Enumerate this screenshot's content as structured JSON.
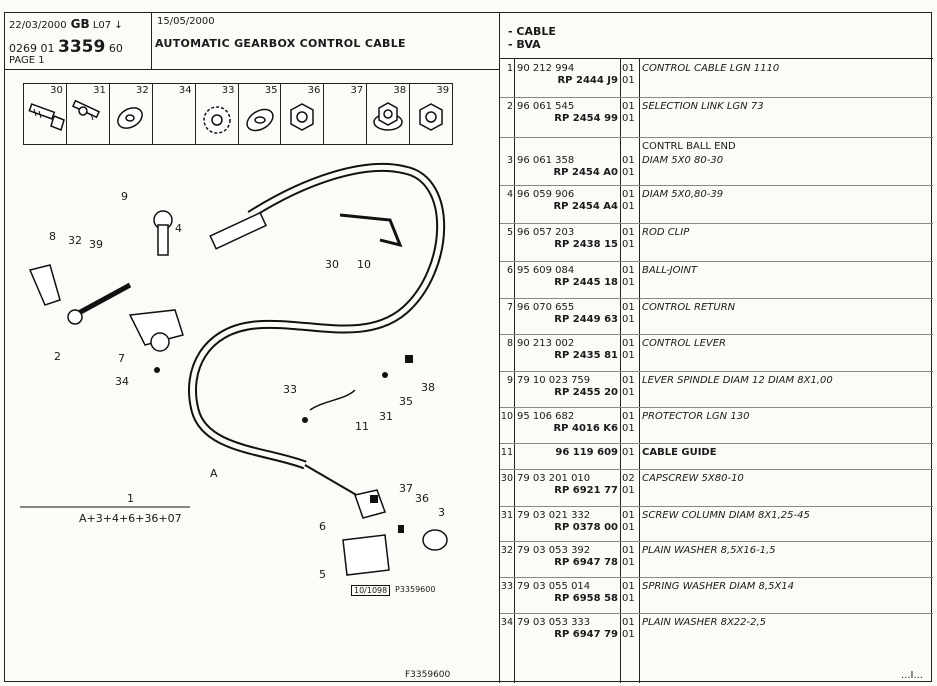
{
  "header": {
    "date1": "22/03/2000",
    "lang_code": "GB",
    "sec_code": "L07",
    "arrow": "↓",
    "ref_prefix": "0269 01",
    "ref_main": "3359",
    "ref_suffix": "60",
    "page_label": "PAGE 1",
    "date2": "15/05/2000",
    "title": "AUTOMATIC GEARBOX CONTROL CABLE"
  },
  "section": {
    "line1": "- CABLE",
    "line2": "- BVA"
  },
  "tiles": [
    "30",
    "31",
    "32",
    "34",
    "33",
    "35",
    "36",
    "37",
    "38",
    "39"
  ],
  "diagram_labels": {
    "n9": "9",
    "n4": "4",
    "n8": "8",
    "n32": "32",
    "n39": "39",
    "n2": "2",
    "n7": "7",
    "n34": "34",
    "n30": "30",
    "n10": "10",
    "n33": "33",
    "n11": "11",
    "n31": "31",
    "n35": "35",
    "n38": "38",
    "nA": "A",
    "n37": "37",
    "n36": "36",
    "n3": "3",
    "n6": "6",
    "n5": "5",
    "formula_top": "1",
    "formula_bottom": "A+3+4+6+36+07",
    "stamp_date": "10/1098",
    "stamp_ref": "P3359600",
    "footer_ref": "F3359600"
  },
  "parts": [
    {
      "i": "1",
      "code": "90 212 994",
      "rp": "RP 2444 J9",
      "q": "01",
      "q2": "01",
      "desc": "CONTROL CABLE LGN 1110"
    },
    {
      "i": "2",
      "code": "96 061 545",
      "rp": "RP 2454 99",
      "q": "01",
      "q2": "01",
      "desc": "SELECTION LINK LGN 73"
    },
    {
      "i": "3",
      "code": "96 061 358",
      "rp": "RP 2454 A0",
      "q": "01",
      "q2": "01",
      "pre": "CONTRL BALL END",
      "desc": "DIAM 5X0 80-30"
    },
    {
      "i": "4",
      "code": "96 059 906",
      "rp": "RP 2454 A4",
      "q": "01",
      "q2": "01",
      "desc": "DIAM 5X0,80-39"
    },
    {
      "i": "5",
      "code": "96 057 203",
      "rp": "RP 2438 15",
      "q": "01",
      "q2": "01",
      "desc": "ROD CLIP"
    },
    {
      "i": "6",
      "code": "95 609 084",
      "rp": "RP 2445 18",
      "q": "01",
      "q2": "01",
      "desc": "BALL-JOINT"
    },
    {
      "i": "7",
      "code": "96 070 655",
      "rp": "RP 2449 63",
      "q": "01",
      "q2": "01",
      "desc": "CONTROL RETURN"
    },
    {
      "i": "8",
      "code": "90 213 002",
      "rp": "RP 2435 81",
      "q": "01",
      "q2": "01",
      "desc": "CONTROL LEVER"
    },
    {
      "i": "9",
      "code": "79 10 023 759",
      "rp": "RP 2455 20",
      "q": "01",
      "q2": "01",
      "desc": "LEVER SPINDLE DIAM 12 DIAM 8X1,00"
    },
    {
      "i": "10",
      "code": "95 106 682",
      "rp": "RP 4016 K6",
      "q": "01",
      "q2": "01",
      "desc": "PROTECTOR LGN 130"
    },
    {
      "i": "11",
      "code": "",
      "rp": "96 119 609",
      "q": "01",
      "q2": "",
      "desc": "CABLE GUIDE",
      "bold": true
    },
    {
      "i": "30",
      "code": "79 03 201 010",
      "rp": "RP 6921 77",
      "q": "02",
      "q2": "01",
      "desc": "CAPSCREW 5X80-10"
    },
    {
      "i": "31",
      "code": "79 03 021 332",
      "rp": "RP 0378 00",
      "q": "01",
      "q2": "01",
      "desc": "SCREW COLUMN DIAM 8X1,25-45"
    },
    {
      "i": "32",
      "code": "79 03 053 392",
      "rp": "RP 6947 78",
      "q": "01",
      "q2": "01",
      "desc": "PLAIN WASHER 8,5X16-1,5"
    },
    {
      "i": "33",
      "code": "79 03 055 014",
      "rp": "RP 6958 58",
      "q": "01",
      "q2": "01",
      "desc": "SPRING WASHER DIAM 8,5X14"
    },
    {
      "i": "34",
      "code": "79 03 053 333",
      "rp": "RP 6947 79",
      "q": "01",
      "q2": "01",
      "desc": "PLAIN WASHER 8X22-2,5"
    }
  ],
  "footer_right": "...I..."
}
